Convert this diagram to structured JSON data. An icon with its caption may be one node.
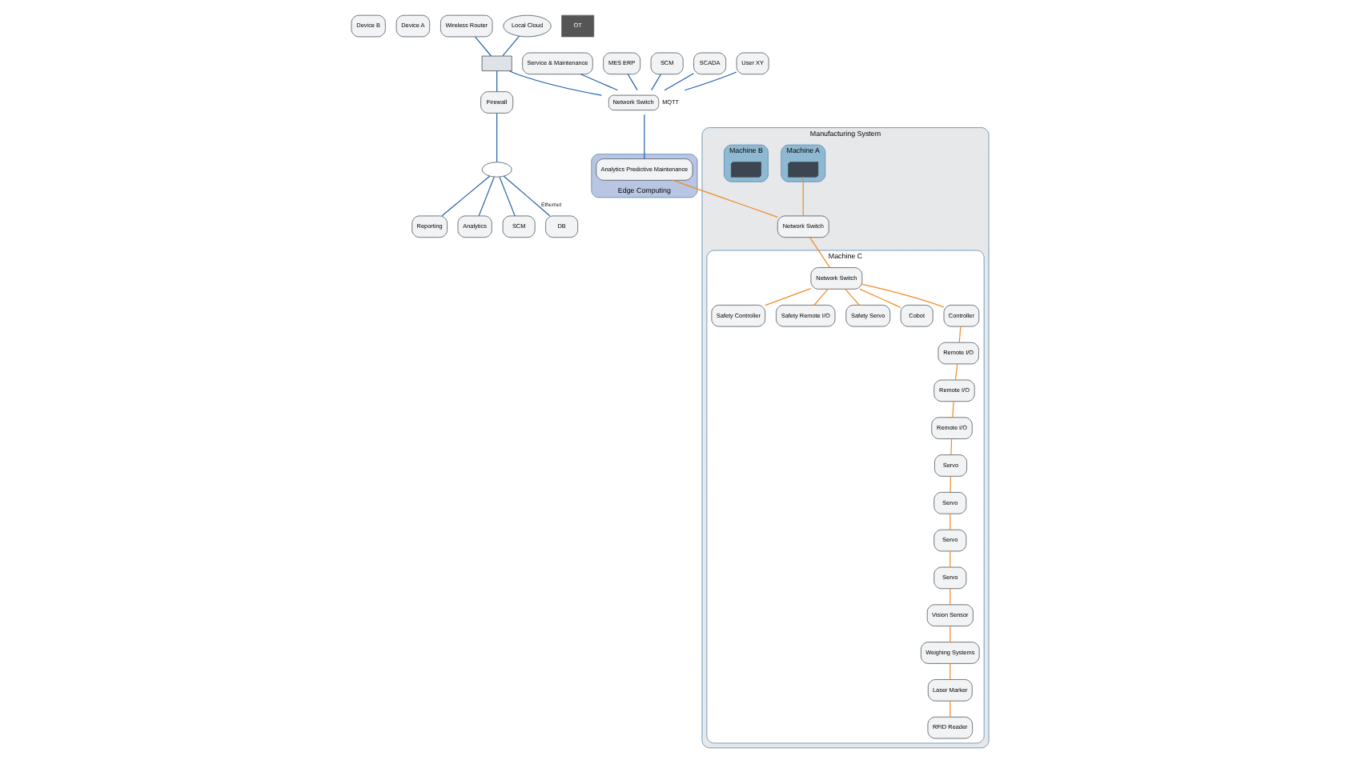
{
  "diagram": {
    "nodes": [
      {
        "text": [
          "Device B"
        ]
      },
      {
        "text": [
          "Device A"
        ]
      },
      {
        "text": [
          "Wireless Router"
        ]
      },
      {
        "text": [
          "Local Cloud"
        ]
      },
      {
        "text": [],
        "shape": "box"
      },
      {
        "text": [
          "Firewall"
        ]
      },
      {
        "text": [],
        "shape": "cloud"
      },
      {
        "text": [
          "Network Switch"
        ],
        "beside": [
          "MQTT"
        ]
      },
      {
        "text": [
          "Service & Maintenance"
        ]
      },
      {
        "text": [
          "MES ERP"
        ]
      },
      {
        "text": [
          "SCM"
        ]
      },
      {
        "text": [
          "SCADA"
        ]
      },
      {
        "text": [
          "User XY"
        ]
      },
      {
        "text": [
          "Reporting"
        ]
      },
      {
        "text": [
          "Analytics"
        ]
      },
      {
        "text": [
          "SCM"
        ]
      },
      {
        "text": [
          "DB"
        ]
      },
      {
        "text": [
          "Edge Computing"
        ]
      },
      {
        "text": [
          "Analytics Predictive Maintenance"
        ],
        "in": 17
      },
      {
        "text": [
          "Manufacturing System"
        ]
      },
      {
        "text": [
          "Machine A"
        ],
        "in": 19
      },
      {
        "text": [],
        "shape": "picture",
        "in": 20
      },
      {
        "text": [
          "Network Switch"
        ],
        "in": 19
      },
      {
        "text": [
          "Machine B"
        ],
        "in": 19
      },
      {
        "text": [],
        "shape": "picture",
        "in": 23
      },
      {
        "text": [
          "Machine C"
        ],
        "in": 19
      },
      {
        "text": [
          "Network Switch"
        ],
        "in": 25
      },
      {
        "text": [
          "Safety Controller"
        ],
        "in": 25
      },
      {
        "text": [
          "Safety Remote I/O"
        ],
        "in": 25
      },
      {
        "text": [
          "Safety Servo"
        ],
        "in": 25
      },
      {
        "text": [
          "Cobot"
        ],
        "in": 25
      },
      {
        "text": [
          "Controller"
        ],
        "in": 25
      },
      {
        "text": [
          "Remote I/O"
        ],
        "in": 25
      },
      {
        "text": [
          "Remote I/O"
        ],
        "in": 25
      },
      {
        "text": [
          "Remote I/O"
        ],
        "in": 25
      },
      {
        "text": [
          "Servo"
        ],
        "in": 25
      },
      {
        "text": [
          "Servo"
        ],
        "in": 25
      },
      {
        "text": [
          "RFID Reader"
        ],
        "in": 25
      },
      {
        "text": [
          "Laser Marker"
        ],
        "in": 25
      },
      {
        "text": [
          "Weighing Systems"
        ],
        "in": 25
      },
      {
        "text": [
          "Vision Sensor"
        ],
        "in": 25
      },
      {
        "text": [
          "Servo"
        ],
        "in": 25
      },
      {
        "text": [
          "Servo"
        ],
        "in": 25
      }
    ],
    "edges": [
      {
        "from": 2,
        "to": 4,
        "arrow": "none",
        "color": "#1f5ea8"
      },
      {
        "from": 3,
        "to": 4,
        "arrow": "none",
        "color": "#1f5ea8"
      },
      {
        "from": 4,
        "to": 5,
        "arrow": "none",
        "color": "#1f5ea8"
      },
      {
        "from": 5,
        "to": 6,
        "arrow": "none",
        "color": "#1f5ea8"
      },
      {
        "from": 4,
        "to": 7,
        "arrow": "none",
        "color": "#1f5ea8"
      },
      {
        "from": 8,
        "to": 7,
        "arrow": "none",
        "color": "#1f5ea8"
      },
      {
        "from": 9,
        "to": 7,
        "arrow": "none",
        "color": "#1f5ea8"
      },
      {
        "from": 10,
        "to": 7,
        "arrow": "none",
        "color": "#1f5ea8"
      },
      {
        "from": 11,
        "to": 7,
        "arrow": "none",
        "color": "#1f5ea8"
      },
      {
        "from": 12,
        "to": 7,
        "arrow": "none",
        "color": "#1f5ea8"
      },
      {
        "from": 6,
        "to": 13,
        "arrow": "none",
        "color": "#1f5ea8"
      },
      {
        "from": 6,
        "to": 14,
        "arrow": "none",
        "color": "#1f5ea8"
      },
      {
        "from": 6,
        "to": 15,
        "arrow": "none",
        "color": "#1f5ea8"
      },
      {
        "from": 6,
        "to": 16,
        "arrow": "none",
        "color": "#1f5ea8",
        "label": "Ethernet"
      },
      {
        "from": 7,
        "to": 18,
        "arrow": "none",
        "color": "#1f5ea8"
      },
      {
        "from": 18,
        "to": 22,
        "arrow": "none"
      },
      {
        "from": 21,
        "to": 22,
        "arrow": "none"
      },
      {
        "from": 22,
        "to": 26,
        "arrow": "none"
      },
      {
        "from": 26,
        "to": 27,
        "arrow": "none"
      },
      {
        "from": 26,
        "to": 28,
        "arrow": "none"
      },
      {
        "from": 26,
        "to": 29,
        "arrow": "none"
      },
      {
        "from": 26,
        "to": 30,
        "arrow": "none"
      },
      {
        "from": 26,
        "to": 31,
        "arrow": "none"
      },
      {
        "from": 31,
        "to": 32,
        "arrow": "none"
      },
      {
        "from": 32,
        "to": 33,
        "arrow": "none"
      },
      {
        "from": 33,
        "to": 34,
        "arrow": "none"
      },
      {
        "from": 34,
        "to": 35,
        "arrow": "none"
      },
      {
        "from": 35,
        "to": 36,
        "arrow": "none"
      },
      {
        "from": 36,
        "to": 42,
        "arrow": "none"
      },
      {
        "from": 42,
        "to": 41,
        "arrow": "none"
      },
      {
        "from": 41,
        "to": 40,
        "arrow": "none"
      },
      {
        "from": 40,
        "to": 39,
        "arrow": "none"
      },
      {
        "from": 39,
        "to": 38,
        "arrow": "none"
      },
      {
        "from": 38,
        "to": 37,
        "arrow": "none"
      }
    ],
    "labels": [
      "OT"
    ]
  }
}
